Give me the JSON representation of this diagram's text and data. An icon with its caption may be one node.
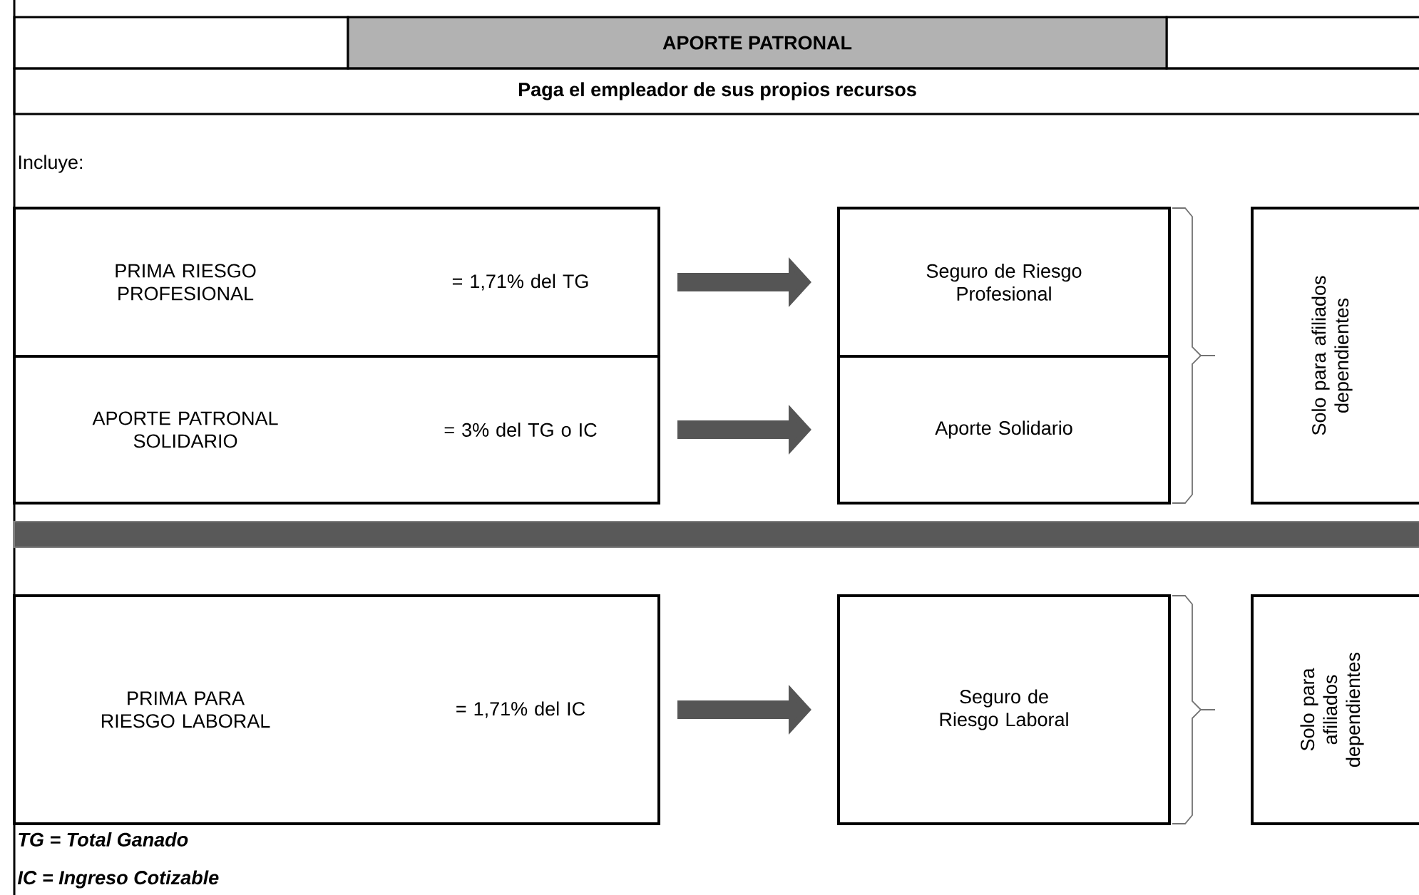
{
  "diagram": {
    "title": "APORTE PATRONAL",
    "nodes": [
      {
        "text": [
          "PRIMA RIESGO PROFESIONAL",
          "= 1,71% del TG"
        ]
      },
      {
        "text": [
          "APORTE PATRONAL SOLIDARIO",
          "= 3% del TG o IC"
        ]
      },
      {
        "text": [
          "Seguro de Riesgo Profesional"
        ]
      },
      {
        "text": [
          "Aporte Solidario"
        ]
      },
      {
        "text": [
          "Solo para afiliados dependientes"
        ]
      },
      {
        "text": [
          "PRIMA PARA RIESGO LABORAL",
          "= 1,71% del  IC"
        ]
      },
      {
        "text": [
          "Seguro de Riesgo Laboral"
        ]
      },
      {
        "text": [
          "Solo para afiliados dependientes"
        ]
      }
    ],
    "edges": [
      {
        "from": 0,
        "to": 2,
        "arrow": "to"
      },
      {
        "from": 1,
        "to": 3,
        "arrow": "to"
      },
      {
        "from": 5,
        "to": 6,
        "arrow": "to"
      }
    ],
    "labels": [
      "Paga el empleador de sus propios recursos",
      "Incluye:",
      "TG = Total Ganado",
      "IC  = Ingreso Cotizable"
    ]
  }
}
